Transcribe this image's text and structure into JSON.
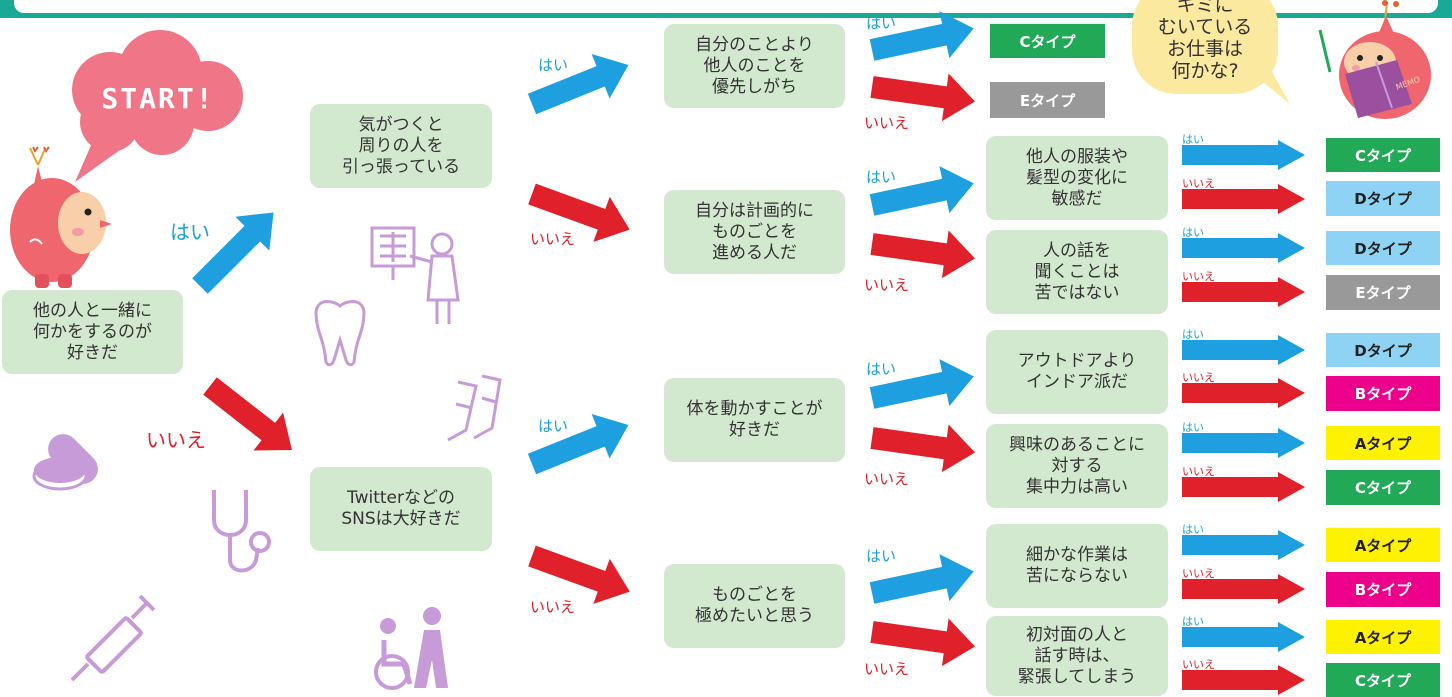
{
  "colors": {
    "top_bar": "#1aa897",
    "node_bg": "#d3e9cf",
    "yes_arrow": "#1e9fe0",
    "no_arrow": "#e0202a",
    "start_bubble": "#f07587",
    "character": "#f0666f",
    "icon_purple": "#c79ad8",
    "bubble_yellow": "#fbe9a0",
    "type_colors": {
      "A": "#fff200",
      "B": "#ec008c",
      "C": "#21a957",
      "D": "#8fd3f4",
      "E": "#999999"
    }
  },
  "start": {
    "text": "START!"
  },
  "bubble": {
    "text": "キミに\nむいている\nお仕事は\n何かな?"
  },
  "labels": {
    "yes": "はい",
    "no": "いいえ",
    "memo": "MEMO"
  },
  "questions": {
    "q1": "他の人と一緒に\n何かをするのが\n好きだ",
    "q2a": "気がつくと\n周りの人を\n引っ張っている",
    "q2b": "Twitterなどの\nSNSは大好きだ",
    "q3a": "自分のことより\n他人のことを\n優先しがち",
    "q3b": "自分は計画的に\nものごとを\n進める人だ",
    "q3c": "体を動かすことが\n好きだ",
    "q3d": "ものごとを\n極めたいと思う",
    "q4a": "他人の服装や\n髪型の変化に\n敏感だ",
    "q4b": "人の話を\n聞くことは\n苦ではない",
    "q4c": "アウトドアより\nインドア派だ",
    "q4d": "興味のあることに\n対する\n集中力は高い",
    "q4e": "細かな作業は\n苦にならない",
    "q4f": "初対面の人と\n話す時は、\n緊張してしまう"
  },
  "results": [
    "Cタイプ",
    "Eタイプ",
    "Cタイプ",
    "Dタイプ",
    "Dタイプ",
    "Eタイプ",
    "Dタイプ",
    "Bタイプ",
    "Aタイプ",
    "Cタイプ",
    "Aタイプ",
    "Bタイプ",
    "Aタイプ",
    "Cタイプ"
  ],
  "icons": [
    "character-icon",
    "x-ray-doctor-icon",
    "tooth-icon",
    "crutches-icon",
    "pills-icon",
    "stethoscope-icon",
    "syringe-icon",
    "wheelchair-icon",
    "memo-reading-character-icon"
  ]
}
